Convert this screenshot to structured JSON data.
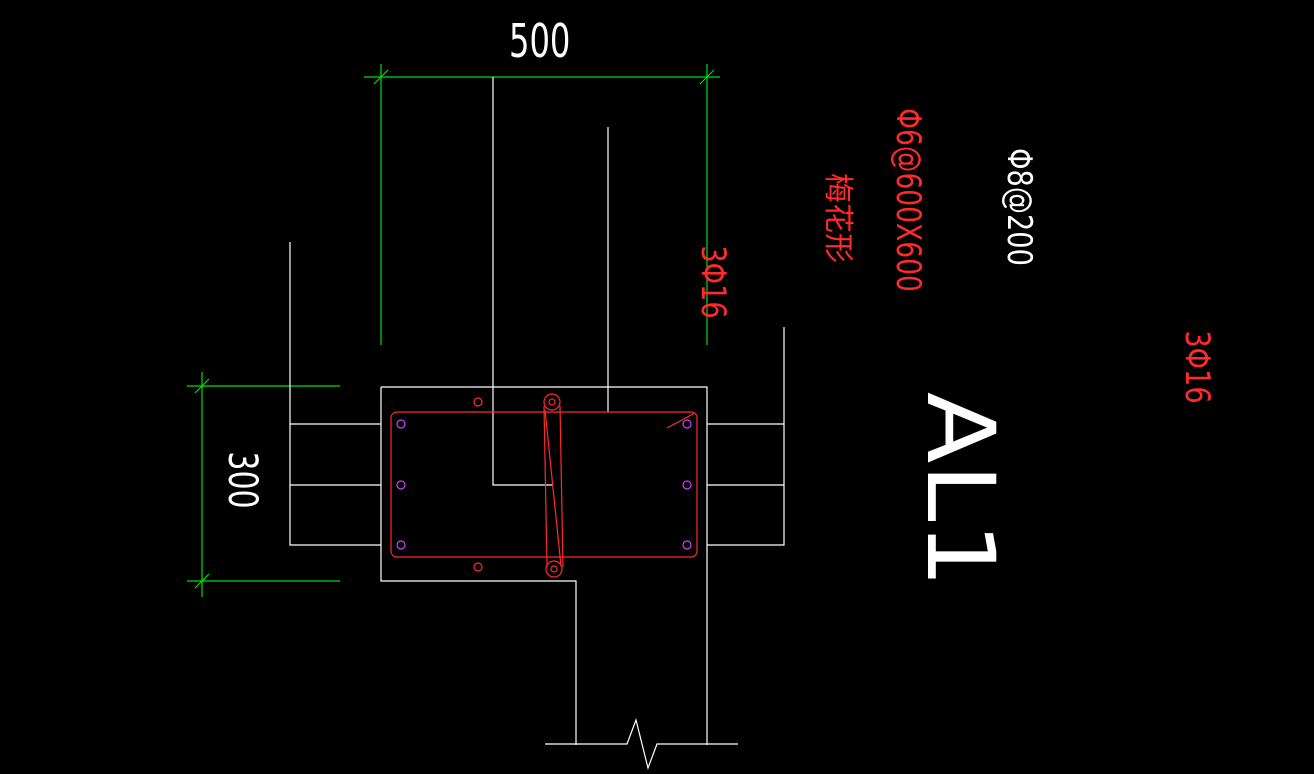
{
  "drawing": {
    "background": "#000000",
    "colors": {
      "outline": "#ffffff",
      "dimension": "#00e000",
      "rebar": "#ff2a2a",
      "rebar_point": "#d040ff",
      "note_red": "#ff2a2a",
      "note_white": "#ffffff"
    },
    "dimensions": {
      "width_label": "500",
      "height_label": "300"
    },
    "labels": {
      "top_bars": "3Φ16",
      "bottom_bars": "3Φ16",
      "stirrup": "Φ8@200",
      "waist_bars": "Φ6@600X600",
      "tie_note": "梅花形",
      "member_tag": "AL1"
    }
  }
}
